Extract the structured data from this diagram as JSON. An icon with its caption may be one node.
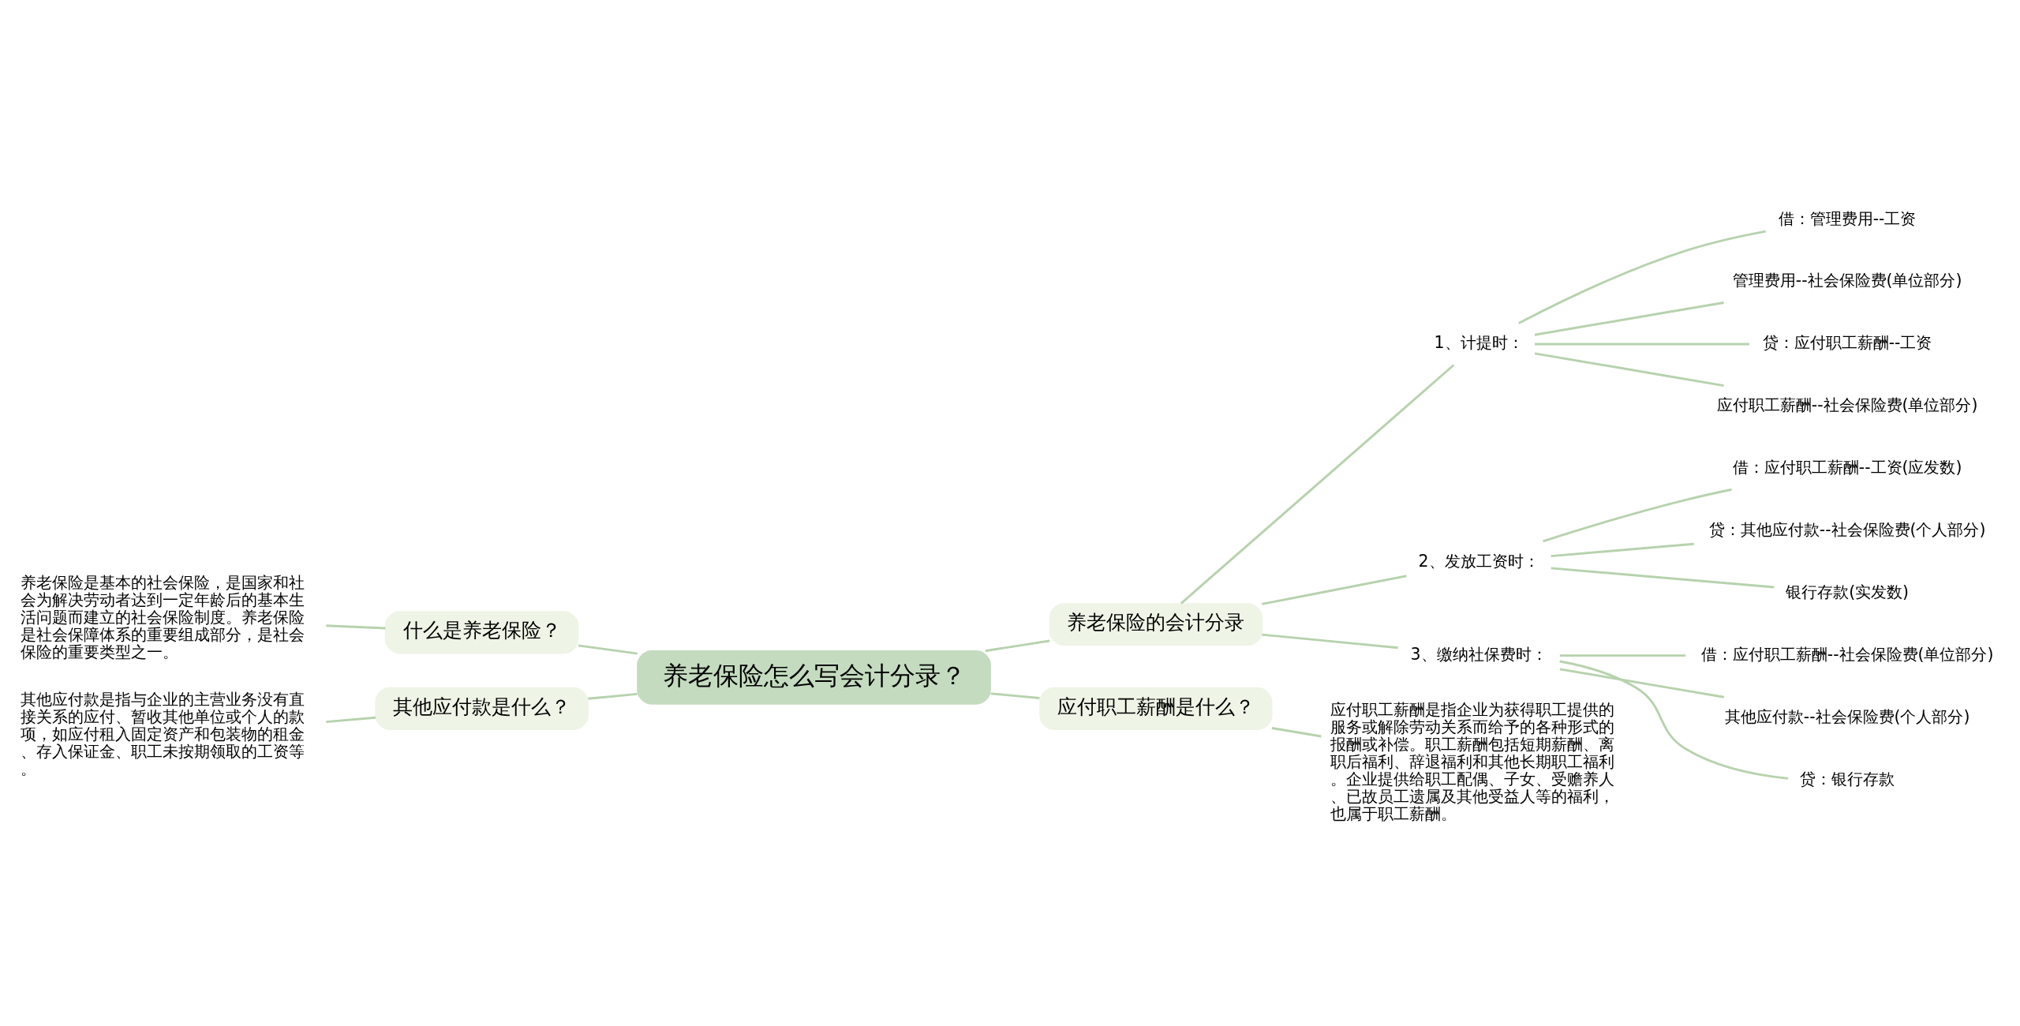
{
  "diagram": {
    "nodes": [
      {
        "text": [
          "养老保险怎么写会计分录？"
        ]
      },
      {
        "text": [
          "养老保险的会计分录"
        ]
      },
      {
        "text": [
          "1、计提时："
        ]
      },
      {
        "text": [
          "借：管理费用--工资"
        ]
      },
      {
        "text": [
          "管理费用--社会保险费(单位部分)"
        ]
      },
      {
        "text": [
          "贷：应付职工薪酬--工资"
        ]
      },
      {
        "text": [
          "应付职工薪酬--社会保险费(单位部分)"
        ]
      },
      {
        "text": [
          "2、发放工资时："
        ]
      },
      {
        "text": [
          "借：应付职工薪酬--工资(应发数)"
        ]
      },
      {
        "text": [
          "贷：其他应付款--社会保险费(个人部分)"
        ]
      },
      {
        "text": [
          "银行存款(实发数)"
        ]
      },
      {
        "text": [
          "3、缴纳社保费时："
        ]
      },
      {
        "text": [
          "借：应付职工薪酬--社会保险费(单位部分)"
        ]
      },
      {
        "text": [
          "其他应付款--社会保险费(个人部分)"
        ]
      },
      {
        "text": [
          "贷：银行存款"
        ]
      },
      {
        "text": [
          "应付职工薪酬是什么？"
        ]
      },
      {
        "text": [
          "应付职工薪酬是指企业为获得职工提供的服务或解除劳动关系而给予的各种形式的报酬或补偿。职工薪酬包括短期薪酬、离职后福利、辞退福利和其他长期职工福利。企业提供给职工配偶、子女、受赡养人、已故员工遗属及其他受益人等的福利，也属于职工薪酬。"
        ]
      },
      {
        "text": [
          "养老保险是基本的社会保险，是国家和社会为解决劳动者达到一定年龄后的基本生活问题而建立的社会保险制度。养老保险是社会保障体系的重要组成部分，是社会保险的重要类型之一。"
        ]
      },
      {
        "text": [
          "什么是养老保险？"
        ]
      },
      {
        "text": [
          "其他应付款是指与企业的主营业务没有直接关系的应付、暂收其他单位或个人的款项，如应付租入固定资产和包装物的租金、存入保证金、职工未按期领取的工资等。"
        ]
      },
      {
        "text": [
          "其他应付款是什么？"
        ]
      }
    ],
    "edges": [
      {
        "from": 0,
        "to": 1,
        "arrow": "none"
      },
      {
        "from": 1,
        "to": 2,
        "arrow": "none"
      },
      {
        "from": 2,
        "to": 3,
        "arrow": "none"
      },
      {
        "from": 2,
        "to": 4,
        "arrow": "none"
      },
      {
        "from": 2,
        "to": 5,
        "arrow": "none"
      },
      {
        "from": 2,
        "to": 6,
        "arrow": "none"
      },
      {
        "from": 1,
        "to": 7,
        "arrow": "none"
      },
      {
        "from": 7,
        "to": 8,
        "arrow": "none"
      },
      {
        "from": 7,
        "to": 9,
        "arrow": "none"
      },
      {
        "from": 7,
        "to": 10,
        "arrow": "none"
      },
      {
        "from": 1,
        "to": 11,
        "arrow": "none"
      },
      {
        "from": 11,
        "to": 12,
        "arrow": "none"
      },
      {
        "from": 11,
        "to": 13,
        "arrow": "none"
      },
      {
        "from": 11,
        "to": 14,
        "arrow": "none"
      },
      {
        "from": 0,
        "to": 15,
        "arrow": "none"
      },
      {
        "from": 15,
        "to": 16,
        "arrow": "none"
      },
      {
        "from": 17,
        "to": 18,
        "arrow": "none"
      },
      {
        "from": 18,
        "to": 0,
        "arrow": "none"
      },
      {
        "from": 19,
        "to": 20,
        "arrow": "none"
      },
      {
        "from": 20,
        "to": 0,
        "arrow": "none"
      }
    ]
  }
}
